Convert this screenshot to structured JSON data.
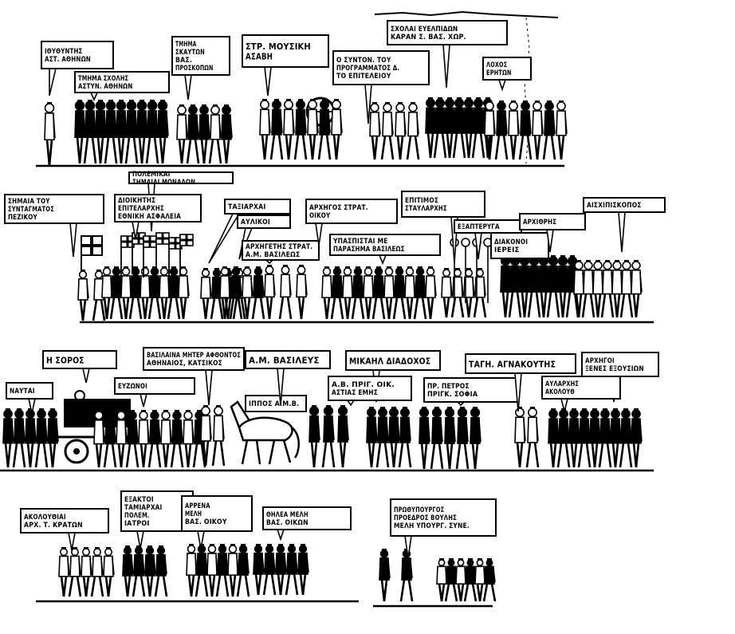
{
  "strips": [
    {
      "labels": [
        {
          "lines": [
            "ΙΘΥΘΥΝΤΗΣ",
            "ΑΣΤ. ΑΘΗΝΩΝ"
          ]
        },
        {
          "lines": [
            "ΤΜΗΜΑ ΣΧΟΛΗΣ",
            "ΑΣΤΥΝ. ΑΘΗΝΩΝ"
          ]
        },
        {
          "lines": [
            "ΤΜΗΜΑ",
            "ΣΚΑΥΤΩΝ",
            "ΒΑΣ.",
            "ΠΡΟΣΚΟΠΩΝ"
          ]
        },
        {
          "lines": [
            "ΣΤΡ. ΜΟΥΣΙΚΗ",
            "ΑΣΑΒΗ"
          ],
          "big": true
        },
        {
          "lines": [
            "Ο ΣΥΝΤΟΝ. ΤΟΥ",
            "ΠΡΟΓΡΑΜΜΑΤΟΣ Δ.",
            "ΤΟ ΕΠΙΤΕΛΕΙΟΥ"
          ]
        },
        {
          "lines": [
            "ΣΧΟΛΑΙ ΕΥΕΛΠΙΔΩΝ",
            "ΚΑΡΑΝ Σ. ΒΑΣ. ΧΩΡ."
          ]
        },
        {
          "lines": [
            "ΛΟΧΟΣ",
            "ΕΡΗΤΩΝ"
          ]
        }
      ]
    },
    {
      "labels": [
        {
          "lines": [
            "ΣΗΜΑΙΑ ΤΟΥ",
            "ΣΥΝΤΑΓΜΑΤΟΣ",
            "ΠΕΖΙΚΟΥ"
          ]
        },
        {
          "lines": [
            "ΠΟΛΕΜΙΚΑΙ",
            "ΣΗΜΑΙΑΙ ΜΟΝΑΔΩΝ"
          ]
        },
        {
          "lines": [
            "ΔΙΟΙΚΗΤΗΣ",
            "ΕΠΙΤΕΛΑΡΧΗΣ",
            "ΕΘΝΙΚΗ ΑΣΦΑΛΕΙΑ"
          ]
        },
        {
          "lines": [
            "ΤΑΞΙΑΡΧΑΙ"
          ]
        },
        {
          "lines": [
            "ΑΥΛΙΚΟΙ"
          ]
        },
        {
          "lines": [
            "ΑΡΧΗΓΕΤΗΣ ΣΤΡΑΤ.",
            "Α.Μ. ΒΑΣΙΛΕΩΣ"
          ]
        },
        {
          "lines": [
            "ΑΡΧΗΓΟΣ ΣΤΡΑΤ.",
            "ΟΙΚΟΥ"
          ]
        },
        {
          "lines": [
            "ΥΠΑΣΠΙΣΤΑΙ ΜΕ",
            "ΠΑΡΑΣΗΜΑ ΒΑΣΙΛΕΩΣ"
          ]
        },
        {
          "lines": [
            "ΕΠΙΤΙΜΟΣ",
            "ΣΤΑΥΛΑΡΧΗΣ"
          ]
        },
        {
          "lines": [
            "ΕΞΑΠΤΕΡΥΓΑ"
          ]
        },
        {
          "lines": [
            "ΔΙΑΚΟΝΟΙ",
            "ΙΕΡΕΙΣ"
          ]
        },
        {
          "lines": [
            "ΑΡΧΙΘΡΗΣ"
          ]
        },
        {
          "lines": [
            "ΑΙΣΧΙΠΙΣΚΟΠΟΣ"
          ]
        }
      ]
    },
    {
      "labels": [
        {
          "lines": [
            "Η ΣΟΡΟΣ"
          ],
          "big": true
        },
        {
          "lines": [
            "ΝΑΥΤΑΙ"
          ]
        },
        {
          "lines": [
            "ΕΥΖΩΝΟΙ"
          ]
        },
        {
          "lines": [
            "ΒΑΣΙΛΑΙΝΑ ΜΗΤΕΡ ΑΦΘΟΝΤΟΣ",
            "ΑΘΗΝΑΙΟΣ, ΚΑΤΣΙΚΟΣ"
          ]
        },
        {
          "lines": [
            "ΙΠΠΟΣ Α.Μ.Β."
          ]
        },
        {
          "lines": [
            "Α.Μ. ΒΑΣΙΛΕΥΣ"
          ],
          "big": true
        },
        {
          "lines": [
            "ΜΙΚΑΗΛ ΔΙΑΔΟΧΟΣ"
          ],
          "big": true
        },
        {
          "lines": [
            "Α.Β. ΠΡΙΓ. ΟΙΚ.",
            "ΑΣΤΙΑΣ ΕΜΗΣ"
          ]
        },
        {
          "lines": [
            "ΠΡ. ΠΕΤΡΟΣ",
            "ΠΡΙΓΚ. ΣΟΦΙΑ"
          ]
        },
        {
          "lines": [
            "ΤΑΓΗ. ΑΓΝΑΚΟΥΤΗΣ"
          ],
          "big": true
        },
        {
          "lines": [
            "ΑΡΧΗΓΟΙ",
            "ΞΕΝΕΣ ΕΞΟΥΣΙΩΝ"
          ]
        },
        {
          "lines": [
            "ΑΥΛΑΡΧΗΣ",
            "ΑΚΟΛΟΥΘ"
          ]
        }
      ]
    },
    {
      "labels": [
        {
          "lines": [
            "ΑΚΟΛΟΥΘΙΑΙ",
            "ΑΡΧ. Τ. ΚΡΑΤΩΝ"
          ]
        },
        {
          "lines": [
            "ΕΞΑΚΤΟΙ",
            "ΤΑΜΙΑΡΧΑΙ",
            "ΠΟΛΕΜ.",
            "ΙΑΤΡΟΙ"
          ]
        },
        {
          "lines": [
            "ΑΡΡΕΝΑ",
            "ΜΕΛΗ",
            "ΒΑΣ. ΟΙΚΟΥ"
          ]
        },
        {
          "lines": [
            "ΘΗΛΕΑ ΜΕΛΗ",
            "ΒΑΣ. ΟΙΚΩΝ"
          ]
        },
        {
          "lines": [
            "ΠΡΩΘΥΠΟΥΡΓΟΣ",
            "ΠΡΟΕΔΡΟΣ ΒΟΥΛΗΣ",
            "ΜΕΛΗ ΥΠΟΥΡΓ. ΣΥΝΕ."
          ]
        }
      ]
    }
  ]
}
